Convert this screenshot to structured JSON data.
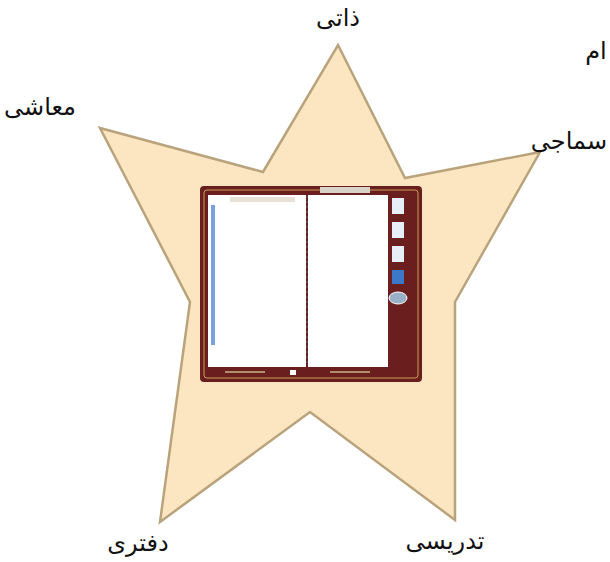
{
  "diagram": {
    "labels": [
      "ذاتی",
      "سماجی",
      "تدریسی",
      "دفتری",
      "معاشی",
      "ام"
    ]
  }
}
